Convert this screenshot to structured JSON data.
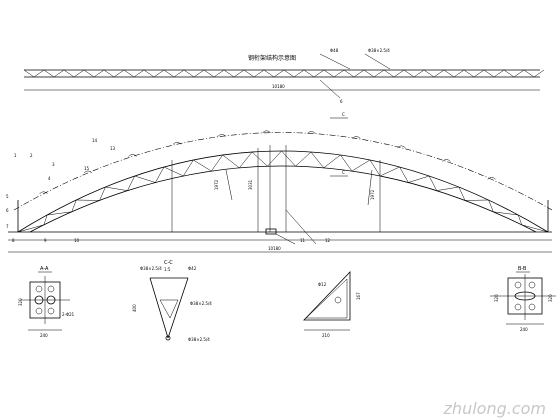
{
  "title": "钢桁架结构示意图",
  "top_labels": {
    "left": "Φ48",
    "right": "Φ38×2.5/4"
  },
  "span_label": "10180",
  "member_labels": [
    "1",
    "2",
    "3",
    "4",
    "5",
    "6",
    "7",
    "8",
    "9",
    "10",
    "11",
    "12",
    "13",
    "14",
    "15"
  ],
  "dimension_labels": {
    "rise": "3031",
    "height_left": "1972",
    "height_right": "1972"
  },
  "sections": {
    "aa": {
      "title": "A-A",
      "dim_w": "240",
      "dim_h": "320",
      "note": "2-Φ21"
    },
    "cc": {
      "title": "C-C",
      "scale": "1:5",
      "label1": "Φ38×2.5/4",
      "label2": "Φ42",
      "label3": "Φ38×2.5/4",
      "dim": "400"
    },
    "plate": {
      "title": "Φ12",
      "dim_w": "210",
      "dim_h": "167"
    },
    "bb": {
      "title": "B-B",
      "dim_w": "240",
      "dim_h": "320"
    }
  },
  "watermark": "zhulong.com"
}
